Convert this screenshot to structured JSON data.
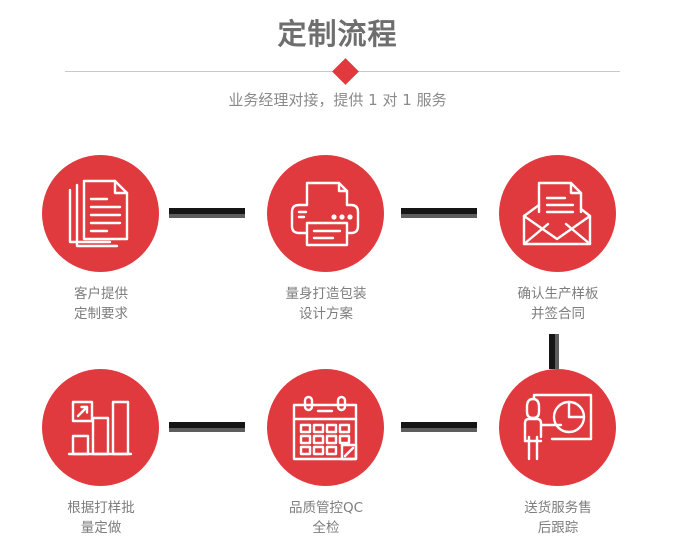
{
  "header": {
    "title": "定制流程",
    "subtitle": "业务经理对接，提供 1 对 1 服务",
    "divider_icon": "diamond-icon"
  },
  "theme": {
    "accent_red": "#E03A3E",
    "title_gray": "#6E6E6E",
    "label_gray": "#7D7D7D",
    "connector_dark": "#151515",
    "connector_shadow": "#5D5D5D",
    "rule_gray": "#C9C9C9",
    "background": "#FFFFFF"
  },
  "steps": [
    {
      "index": 1,
      "icon": "documents-stack-icon",
      "label": "客户提供\n定制要求"
    },
    {
      "index": 2,
      "icon": "printer-icon",
      "label": "量身打造包装\n设计方案"
    },
    {
      "index": 3,
      "icon": "envelope-contract-icon",
      "label": "确认生产样板\n并签合同"
    },
    {
      "index": 4,
      "icon": "bar-chart-growth-icon",
      "label": "根据打样批\n量定做"
    },
    {
      "index": 5,
      "icon": "calendar-icon",
      "label": "品质管控QC\n全检"
    },
    {
      "index": 6,
      "icon": "presentation-pie-chart-icon",
      "label": "送货服务售\n后跟踪"
    }
  ],
  "connectors": [
    {
      "name": "connector-step1-step2",
      "orientation": "horizontal"
    },
    {
      "name": "connector-step2-step3",
      "orientation": "horizontal"
    },
    {
      "name": "connector-step3-step6",
      "orientation": "vertical"
    },
    {
      "name": "connector-step4-step5",
      "orientation": "horizontal"
    },
    {
      "name": "connector-step5-step6",
      "orientation": "horizontal"
    }
  ]
}
